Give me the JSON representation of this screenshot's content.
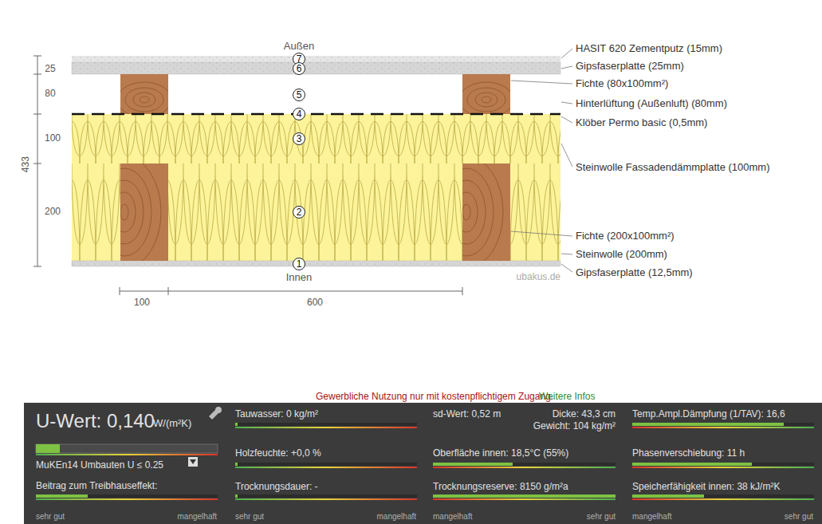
{
  "diagram": {
    "nodes": [
      {
        "text": [
          "7"
        ]
      },
      {
        "text": [
          "6"
        ]
      },
      {
        "text": [
          "5"
        ]
      },
      {
        "text": [
          "4"
        ]
      },
      {
        "text": [
          "3"
        ]
      },
      {
        "text": [
          "2"
        ]
      },
      {
        "text": [
          "1"
        ]
      }
    ],
    "labels": [
      "Außen",
      "HASIT 620 Zementputz (15mm)",
      "Gipsfaserplatte (25mm)",
      "Fichte (80x100mm²)",
      "Hinterlüftung (Außenluft) (80mm)",
      "Klöber Permo basic (0,5mm)",
      "Steinwolle Fassadendämmplatte (100mm)",
      "Fichte (200x100mm²)",
      "Steinwolle (200mm)",
      "Gipsfaserplatte (12,5mm)",
      "Innen",
      "ubakus.de",
      "25",
      "80",
      "100",
      "433",
      "200",
      "100",
      "600",
      "Gewerbliche Nutzung nur mit kostenpflichtigem Zugang.",
      "Weitere Infos",
      "U-Wert: 0,140",
      "W/(m²K)",
      "MuKEn14 Umbauten U ≤ 0.25",
      "Beitrag zum Treibhauseffekt:",
      "sehr gut",
      "mangelhaft",
      "Tauwasser: 0 kg/m²",
      "Holzfeuchte: +0,0 %",
      "Trocknungsdauer: -",
      "sehr gut",
      "mangelhaft",
      "sd-Wert: 0,52 m",
      "Dicke: 43,3 cm",
      "Gewicht: 104 kg/m²",
      "Oberfläche innen: 18,5°C (55%)",
      "Trocknungsreserve: 8150 g/m²a",
      "mangelhaft",
      "sehr gut",
      "Temp.Ampl.Dämpfung (1/TAV): 16,6",
      "Phasenverschiebung: 11 h",
      "Speicherfähigkeit innen: 38 kJ/m²K",
      "mangelhaft",
      "sehr gut"
    ]
  }
}
